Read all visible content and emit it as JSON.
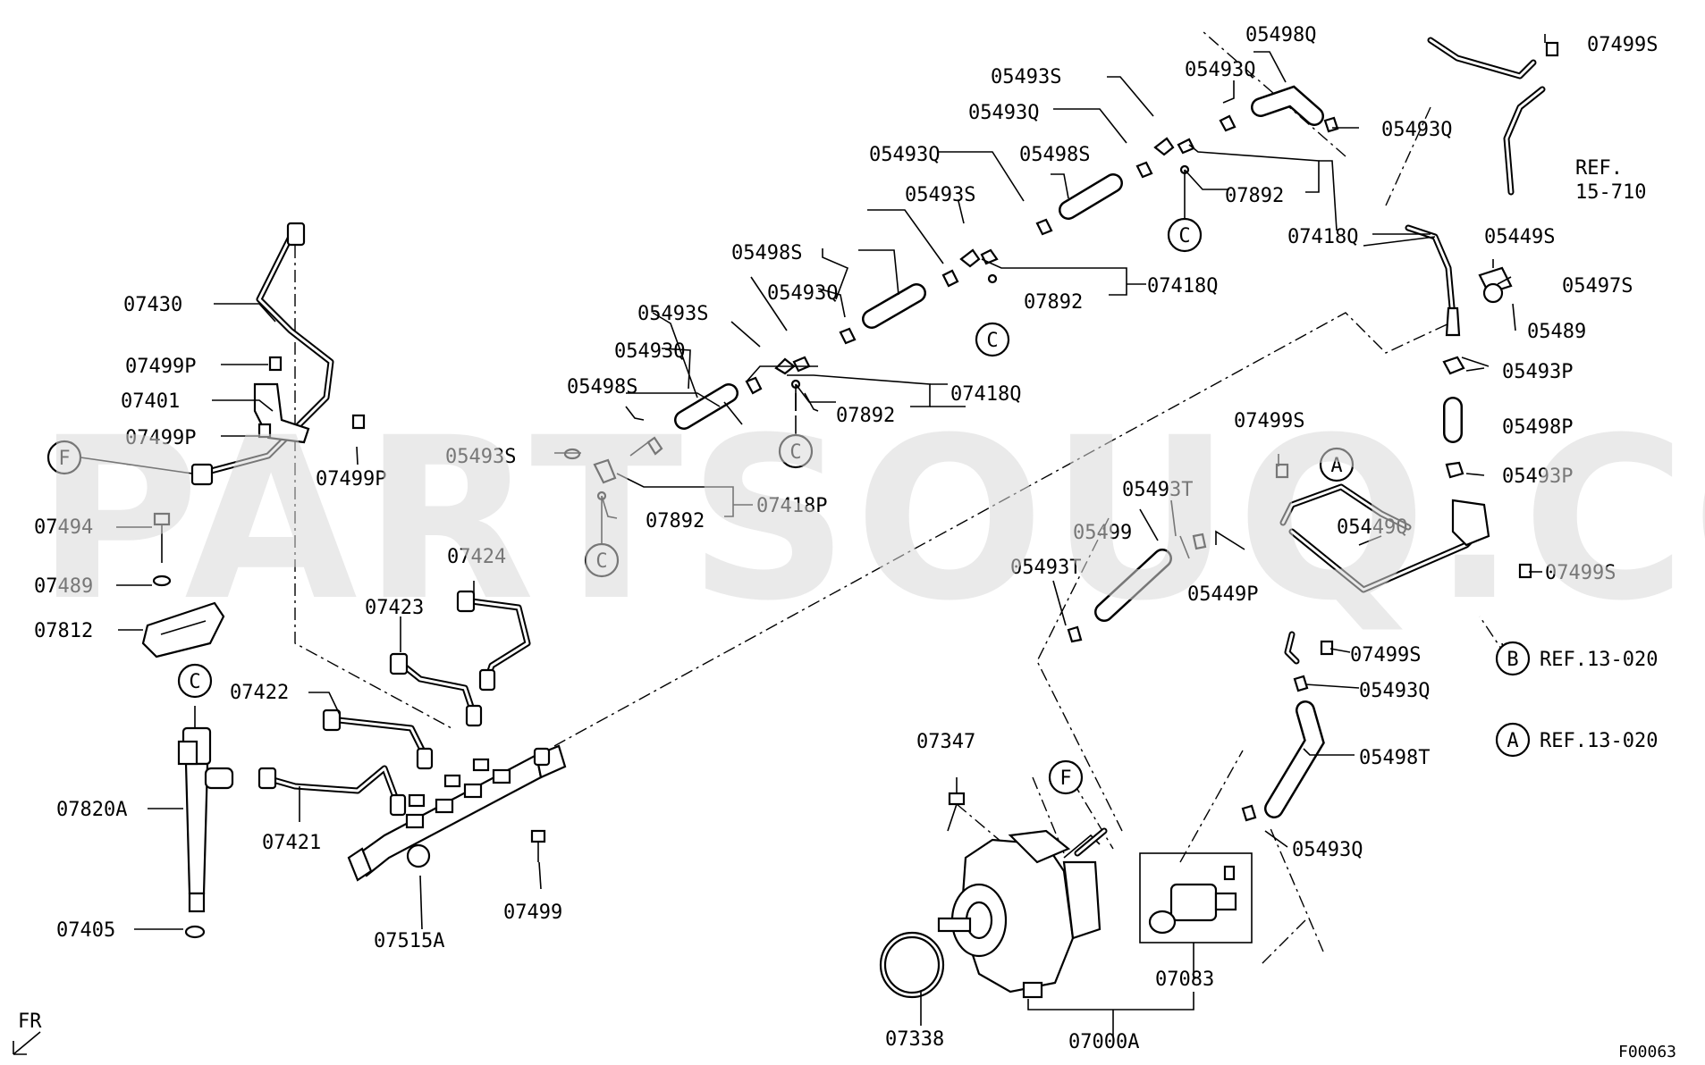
{
  "watermark": "PARTSOUQ.COM",
  "diagram_code": "F00063",
  "front_marker": "FR",
  "callouts": [
    {
      "id": "C1",
      "letter": "C"
    },
    {
      "id": "C2",
      "letter": "C"
    },
    {
      "id": "C3",
      "letter": "C"
    },
    {
      "id": "C4",
      "letter": "C"
    },
    {
      "id": "C5",
      "letter": "C"
    },
    {
      "id": "F1",
      "letter": "F"
    },
    {
      "id": "F2",
      "letter": "F"
    },
    {
      "id": "A1",
      "letter": "A"
    },
    {
      "id": "A2",
      "letter": "A"
    },
    {
      "id": "B1",
      "letter": "B"
    }
  ],
  "references": {
    "ref_b": "REF.13-020",
    "ref_a": "REF.13-020",
    "ref_top_line1": "REF.",
    "ref_top_line2": "15-710"
  },
  "part_labels": [
    "05498Q",
    "07499S",
    "05493S",
    "05493Q",
    "05493Q",
    "05493Q",
    "05498S",
    "07892",
    "07418Q",
    "05493S",
    "05449S",
    "05493Q",
    "05498S",
    "07892",
    "07418Q",
    "05497S",
    "05489",
    "05493S",
    "05493Q",
    "05493P",
    "05498S",
    "07892",
    "07418Q",
    "05493Q",
    "05498P",
    "05493S",
    "07892",
    "07418P",
    "05493P",
    "07430",
    "07499P",
    "07401",
    "07499P",
    "07499P",
    "07494",
    "07489",
    "07812",
    "07424",
    "07423",
    "07422",
    "07421",
    "07820A",
    "07405",
    "07515A",
    "07499",
    "07499S",
    "05493T",
    "05499",
    "05449P",
    "05493T",
    "05449Q",
    "07499S",
    "07499S",
    "05493Q",
    "05498T",
    "05493Q",
    "07347",
    "07083",
    "07338",
    "07000A"
  ]
}
